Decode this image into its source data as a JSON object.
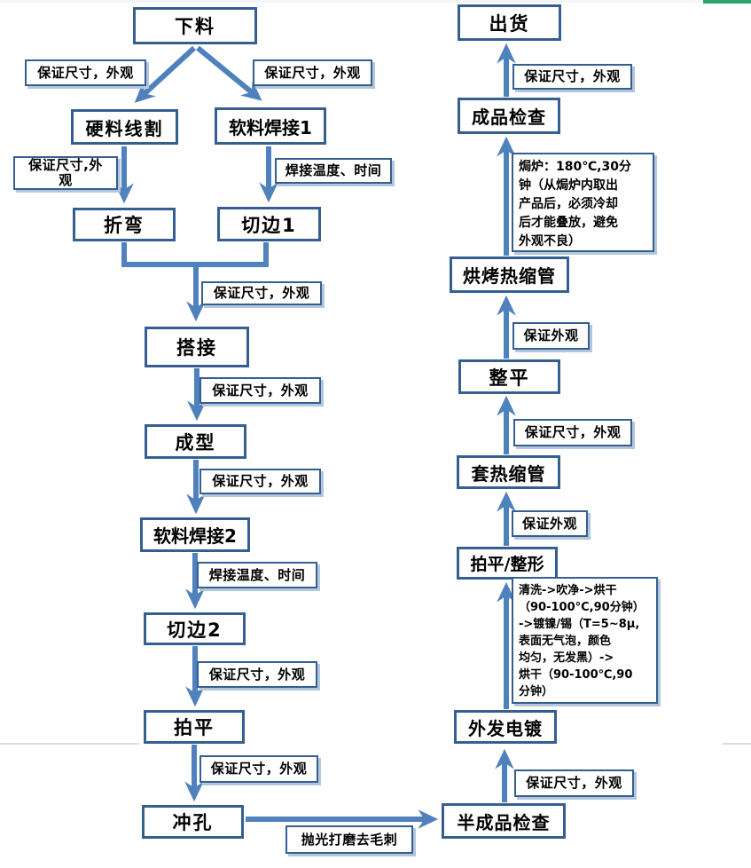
{
  "page": {
    "top_strip_color": "#f3f4f5",
    "green_bar_color": "#29a56c"
  },
  "colors": {
    "box_border": "#365f91",
    "arrow": "#4f81bd",
    "label_shadow": "#b3c6de",
    "text": "#000000"
  },
  "process_nodes": {
    "xialiao": "下料",
    "yingliao_xiange": "硬料线割",
    "ruanliao_hanjie1": "软料焊接1",
    "zhewan": "折弯",
    "qiebian1": "切边1",
    "dajie": "搭接",
    "chengxing": "成型",
    "ruanliao_hanjie2": "软料焊接2",
    "qiebian2": "切边2",
    "paiping": "拍平",
    "chongkong": "冲孔",
    "banchengpin_jiancha": "半成品检查",
    "waifa_diandu": "外发电镀",
    "paiping_zhengxing": "拍平/整形",
    "tao_resuoguan": "套热缩管",
    "zhengping": "整平",
    "hongkao_resuoguan": "烘烤热缩管",
    "chengpin_jiancha": "成品检查",
    "chuhuo": "出货"
  },
  "annotations": {
    "baozheng_chicun_waiguan": "保证尺寸，外观",
    "baozheng_chicun_waiguan_wrap": "保证尺寸,外观",
    "hanjie_wendu_shijian": "焊接温度、时间",
    "baozheng_waiguan": "保证外观",
    "paoguang_damo_qumaoci": "抛光打磨去毛刺",
    "julu_note": "焗炉：180℃,30分\n钟（从焗炉内取出\n产品后，必须冷却\n后才能叠放，避免\n外观不良）",
    "diandu_note": "清洗->吹净->烘干\n（90-100°C,90分钟）\n->镀镍/锡（T=5~8μ,\n表面无气泡，颜色\n均匀，无发黑）->\n烘干（90-100℃,90\n分钟）"
  },
  "edges": [
    {
      "from": "下料",
      "to": "硬料线割",
      "label": "保证尺寸，外观"
    },
    {
      "from": "下料",
      "to": "软料焊接1",
      "label": "保证尺寸，外观"
    },
    {
      "from": "硬料线割",
      "to": "折弯",
      "label": "保证尺寸,外观"
    },
    {
      "from": "软料焊接1",
      "to": "切边1",
      "label": "焊接温度、时间"
    },
    {
      "from": "折弯 + 切边1",
      "to": "搭接",
      "label": "保证尺寸，外观"
    },
    {
      "from": "搭接",
      "to": "成型",
      "label": "保证尺寸，外观"
    },
    {
      "from": "成型",
      "to": "软料焊接2",
      "label": "保证尺寸，外观"
    },
    {
      "from": "软料焊接2",
      "to": "切边2",
      "label": "焊接温度、时间"
    },
    {
      "from": "切边2",
      "to": "拍平",
      "label": "保证尺寸，外观"
    },
    {
      "from": "拍平",
      "to": "冲孔",
      "label": "保证尺寸，外观"
    },
    {
      "from": "冲孔",
      "to": "半成品检查",
      "label": "抛光打磨去毛刺"
    },
    {
      "from": "半成品检查",
      "to": "外发电镀",
      "label": "保证尺寸，外观"
    },
    {
      "from": "外发电镀",
      "to": "拍平/整形",
      "label": "清洗->吹净->烘干（90-100°C,90分钟）->镀镍/锡（T=5~8μ,表面无气泡，颜色均匀，无发黑）->烘干（90-100℃,90分钟）"
    },
    {
      "from": "拍平/整形",
      "to": "套热缩管",
      "label": "保证外观"
    },
    {
      "from": "套热缩管",
      "to": "整平",
      "label": "保证尺寸，外观"
    },
    {
      "from": "整平",
      "to": "烘烤热缩管",
      "label": "保证外观"
    },
    {
      "from": "烘烤热缩管",
      "to": "成品检查",
      "label": "焗炉：180℃,30分钟（从焗炉内取出产品后，必须冷却后才能叠放，避免外观不良）"
    },
    {
      "from": "成品检查",
      "to": "出货",
      "label": "保证尺寸，外观"
    }
  ]
}
